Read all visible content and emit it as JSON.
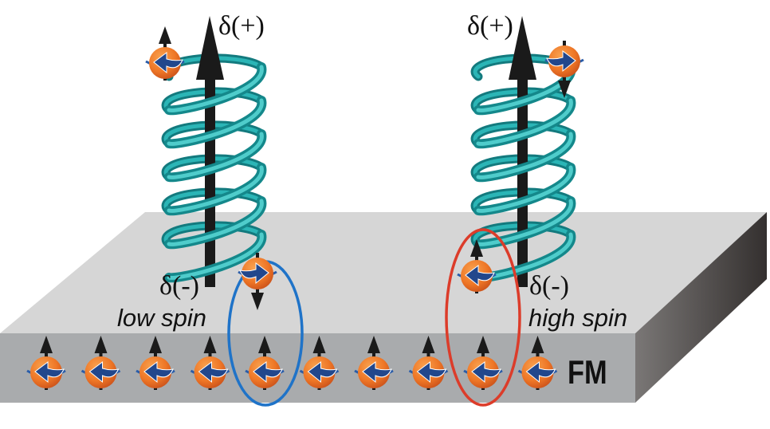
{
  "figure": {
    "description": "Chiral-induced spin selectivity schematic: two helical molecules on a ferromagnetic slab",
    "colors": {
      "slab_top": "#d6d6d6",
      "slab_front": "#a9abad",
      "slab_side_dark": "#3e3b3a",
      "helix": "#1fa2a6",
      "electron": "#ef7b2a",
      "spin_arrow": "#22478c",
      "low_spin_ellipse": "#1f73c8",
      "high_spin_ellipse": "#dc3c2a",
      "dipole_arrow": "#1a1a1a"
    }
  },
  "left_molecule": {
    "top_label": "δ(+)",
    "bottom_label": "δ(-)",
    "state_label": "low spin",
    "top_electron_spin": "up",
    "interface_electron_spin": "down",
    "highlight": "blue-ellipse"
  },
  "right_molecule": {
    "top_label": "δ(+)",
    "bottom_label": "δ(-)",
    "state_label": "high spin",
    "top_electron_spin": "down",
    "interface_electron_spin": "up",
    "highlight": "red-ellipse"
  },
  "substrate": {
    "label": "FM",
    "spin_count": 10,
    "spin_direction": "up"
  }
}
